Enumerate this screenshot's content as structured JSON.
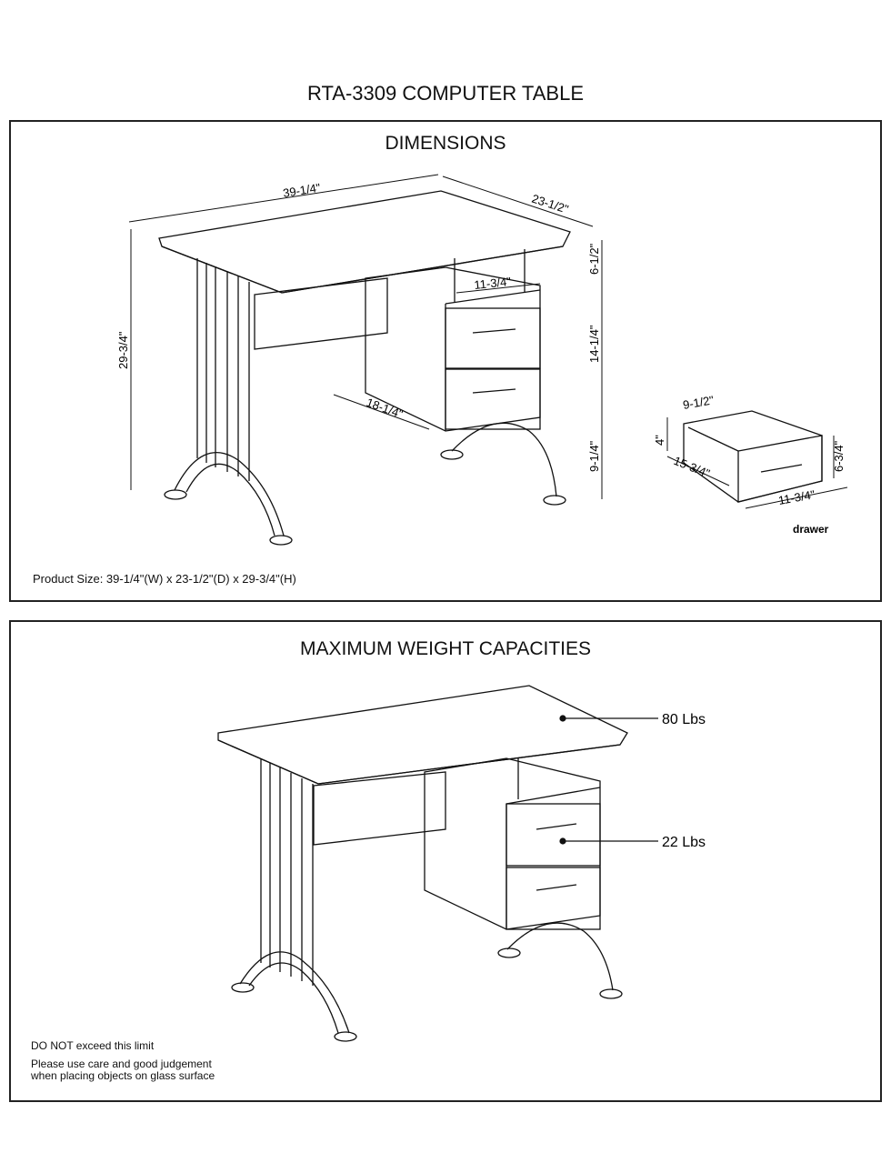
{
  "page_title": "RTA-3309  COMPUTER TABLE",
  "dimensions_panel": {
    "title": "DIMENSIONS",
    "labels": {
      "width": "39-1/4\"",
      "depth": "23-1/2\"",
      "height": "29-3/4\"",
      "apron_height": "6-1/2\"",
      "cabinet_width": "11-3/4\"",
      "cabinet_height": "14-1/4\"",
      "cabinet_depth": "18-1/4\"",
      "clearance": "9-1/4\""
    },
    "drawer": {
      "caption": "drawer",
      "width_top": "9-1/2\"",
      "height_side": "4\"",
      "depth": "15-3/4\"",
      "front_height": "6-3/4\"",
      "front_width": "11-3/4\""
    },
    "product_size": "Product Size: 39-1/4\"(W) x 23-1/2\"(D) x 29-3/4\"(H)"
  },
  "weight_panel": {
    "title": "MAXIMUM WEIGHT CAPACITIES",
    "top_capacity": "80 Lbs",
    "drawer_capacity": "22 Lbs",
    "note_limit": "DO NOT exceed this limit",
    "note_care_line1": "Please use care and good judgement",
    "note_care_line2": "when placing objects on glass surface"
  }
}
